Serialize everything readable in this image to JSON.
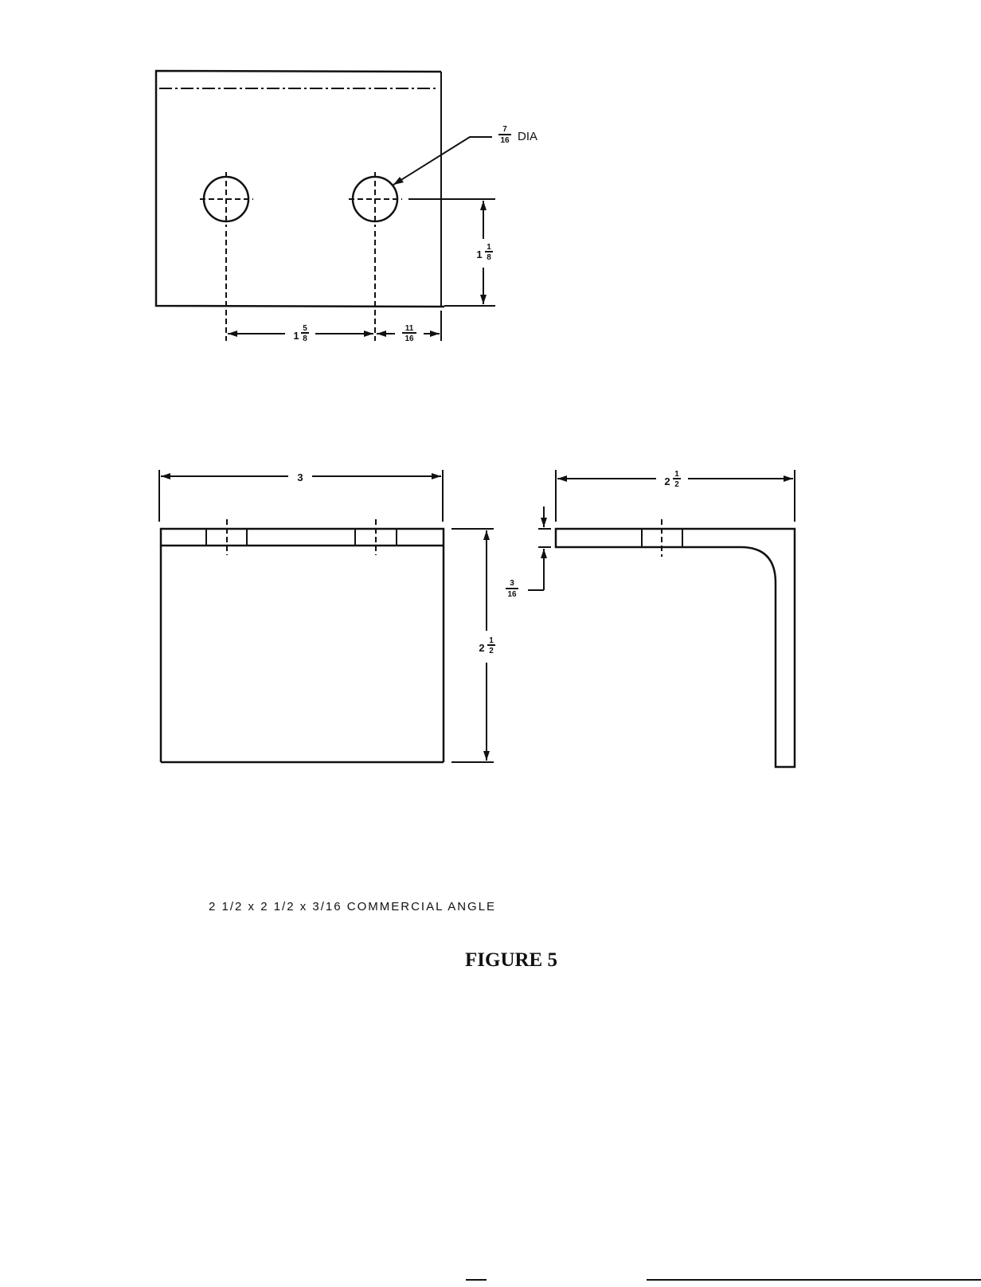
{
  "callouts": {
    "hole_diameter": {
      "num": "7",
      "den": "16",
      "suffix": "DIA"
    },
    "hole_height": {
      "whole": "1",
      "num": "1",
      "den": "8"
    },
    "hole_spacing": {
      "whole": "1",
      "num": "5",
      "den": "8"
    },
    "edge_offset": {
      "num": "11",
      "den": "16"
    },
    "front_width": {
      "whole": "3"
    },
    "side_width": {
      "whole": "2",
      "num": "1",
      "den": "2"
    },
    "front_height": {
      "whole": "2",
      "num": "1",
      "den": "2"
    },
    "thickness": {
      "num": "3",
      "den": "16"
    }
  },
  "caption": "2 1/2 x 2 1/2 x 3/16 COMMERCIAL ANGLE",
  "figure_title": "FIGURE 5"
}
